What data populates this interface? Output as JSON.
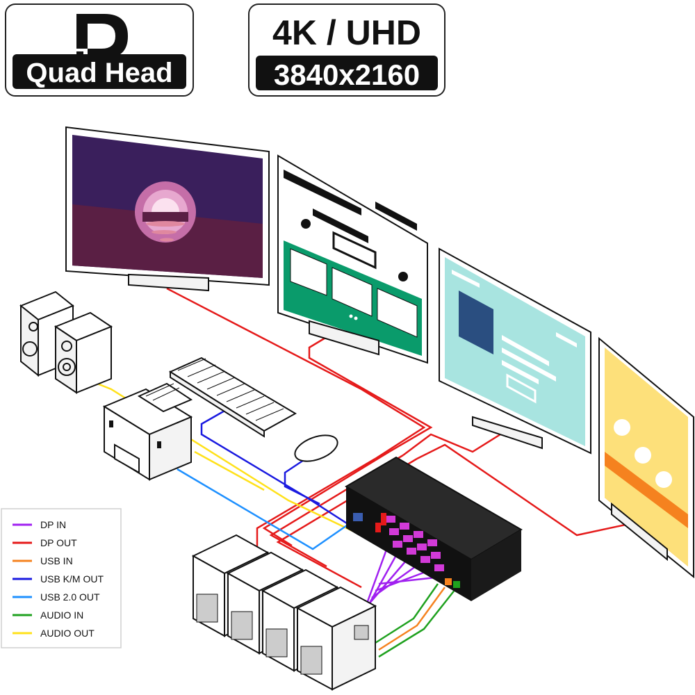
{
  "badges": {
    "displayport": {
      "bottom_label": "Quad Head"
    },
    "resolution": {
      "top_label": "4K / UHD",
      "bottom_label": "3840x2160"
    }
  },
  "legend": [
    {
      "label": "DP IN",
      "color": "#a020f0"
    },
    {
      "label": "DP OUT",
      "color": "#e51a1a"
    },
    {
      "label": "USB IN",
      "color": "#f5821f"
    },
    {
      "label": "USB K/M OUT",
      "color": "#1a1ae0"
    },
    {
      "label": "USB 2.0 OUT",
      "color": "#1e90ff"
    },
    {
      "label": "AUDIO IN",
      "color": "#1fa11f"
    },
    {
      "label": "AUDIO OUT",
      "color": "#ffe11a"
    }
  ],
  "colors": {
    "monitor1_sky": "#3a1f5c",
    "monitor1_sea": "#5a1f44",
    "monitor2_green": "#0a9b6b",
    "monitor3_cyan": "#a8e4e0",
    "monitor3_navy": "#2a4e80",
    "monitor4_yellow": "#fde07a",
    "monitor4_orange": "#f5821f",
    "kvm_body": "#1a1a1a"
  },
  "icons": [
    "displayport-logo-icon",
    "speaker-icon",
    "printer-icon",
    "keyboard-icon",
    "mouse-icon",
    "computer-tower-icon",
    "kvm-switch-icon",
    "monitor-icon"
  ]
}
